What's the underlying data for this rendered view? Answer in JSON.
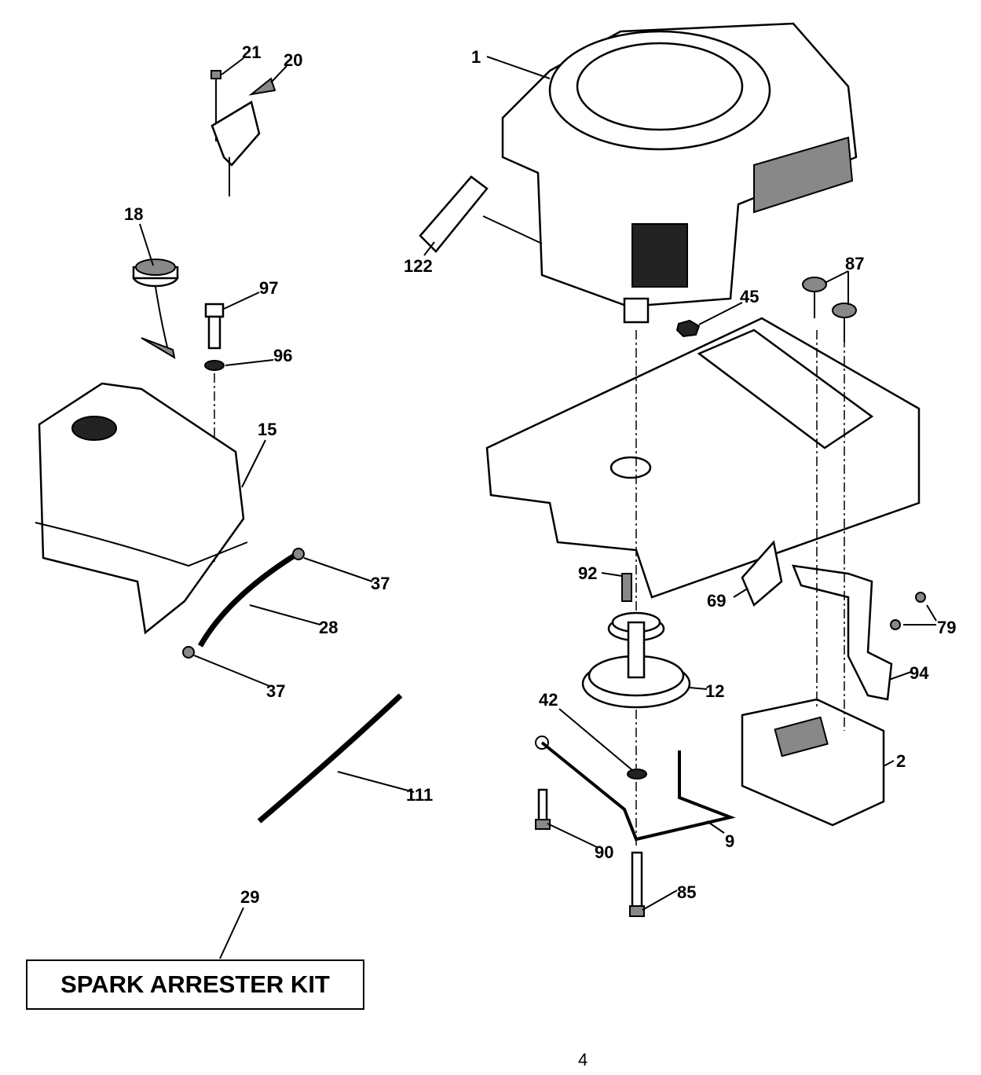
{
  "callouts": {
    "c1": "1",
    "c21": "21",
    "c20": "20",
    "c18": "18",
    "c97": "97",
    "c96": "96",
    "c15": "15",
    "c122": "122",
    "c87": "87",
    "c45": "45",
    "c92": "92",
    "c69": "69",
    "c79": "79",
    "c94": "94",
    "c12": "12",
    "c42": "42",
    "c2": "2",
    "c9": "9",
    "c90": "90",
    "c85": "85",
    "c37a": "37",
    "c28": "28",
    "c37b": "37",
    "c111": "111",
    "c29": "29"
  },
  "kit_label": "SPARK ARRESTER KIT",
  "page_number": "4"
}
